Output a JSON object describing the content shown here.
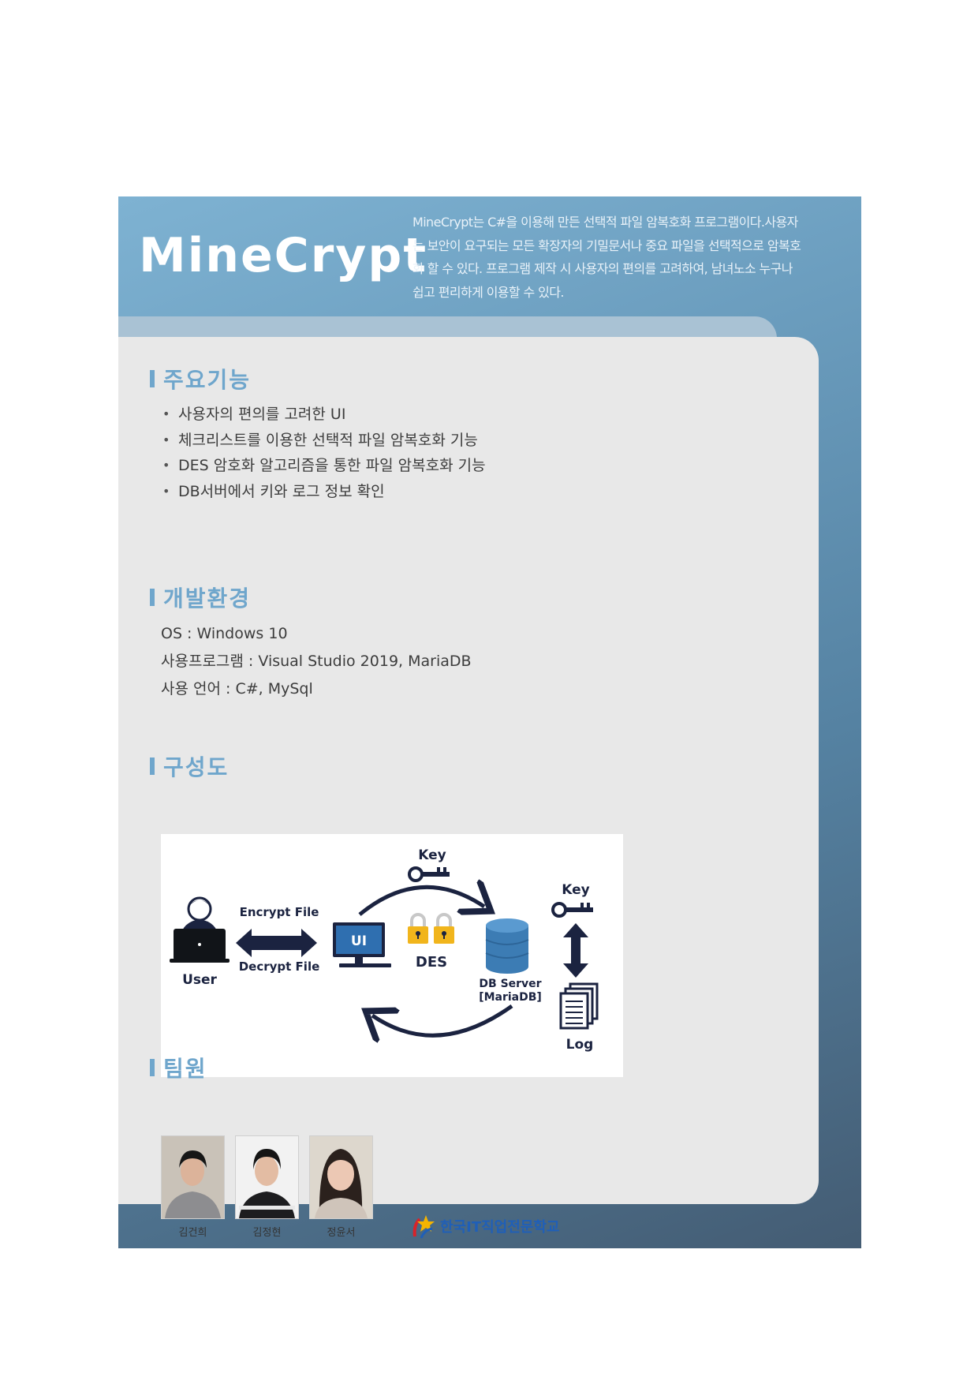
{
  "header": {
    "title": "MineCrypt",
    "description": "MineCrypt는 C#을 이용해 만든 선택적 파일 암복호화 프로그램이다.사용자는 보안이 요구되는 모든 확장자의 기밀문서나 중요 파일을 선택적으로 암복호화 할 수 있다. 프로그램 제작 시 사용자의 편의를 고려하여, 남녀노소 누구나 쉽고 편리하게 이용할 수 있다."
  },
  "features": {
    "heading": "주요기능",
    "items": [
      "사용자의 편의를 고려한 UI",
      "체크리스트를 이용한 선택적 파일 암복호화 기능",
      "DES 암호화 알고리즘을 통한 파일 암복호화 기능",
      "DB서버에서 키와 로그 정보 확인"
    ]
  },
  "environment": {
    "heading": "개발환경",
    "os": "OS : Windows 10",
    "programs": "사용프로그램 : Visual Studio 2019, MariaDB",
    "languages": "사용 언어 :  C#, MySql"
  },
  "architecture": {
    "heading": "구성도",
    "user": "User",
    "encrypt": "Encrypt File",
    "decrypt": "Decrypt File",
    "ui": "UI",
    "des": "DES",
    "key_top": "Key",
    "db_server": "DB Server",
    "db_name": "[MariaDB]",
    "key_right": "Key",
    "log": "Log"
  },
  "team": {
    "heading": "팀원",
    "members": [
      "김건희",
      "김정현",
      "정윤서"
    ]
  },
  "footer": {
    "school": "한국IT직업전문학교"
  },
  "colors": {
    "accent": "#6fa6cc",
    "panel": "#e8e8e8",
    "diagram_dark": "#1b2340",
    "db_blue": "#3c7cb4",
    "lock_yellow": "#f1b51c"
  }
}
